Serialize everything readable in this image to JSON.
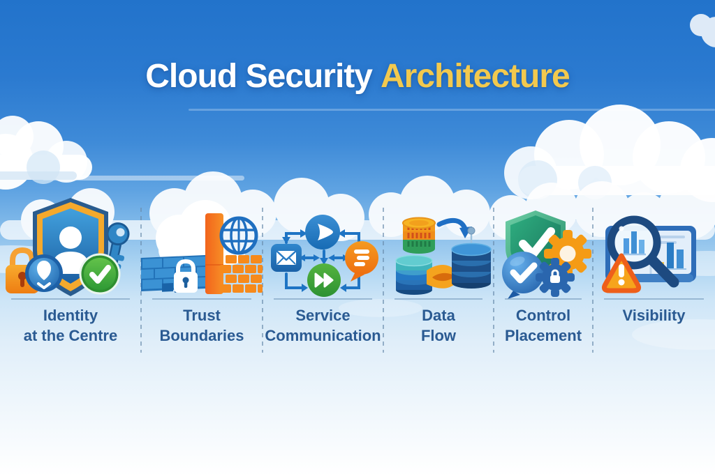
{
  "title": {
    "text_primary": "Cloud Security",
    "text_accent": "Architecture"
  },
  "colors": {
    "sky_top": "#2273cb",
    "sky_bottom": "#ffffff",
    "title_primary_color": "#ffffff",
    "title_accent_color": "#f2c94e",
    "label_color": "#2a5a92",
    "divider_color": "#698cac",
    "connector_blue": "#1e74c4",
    "icon_orange": "#f59b15",
    "icon_green": "#2f9a35",
    "icon_teal_green": "#2aa578",
    "icon_navy": "#1d4a80"
  },
  "columns": [
    {
      "label_line1": "Identity",
      "label_line2": "at the Centre",
      "icons": [
        "padlock-icon",
        "key-icon",
        "identity-shield-icon",
        "person-icon",
        "biometric-badge-icon",
        "verified-badge-icon"
      ]
    },
    {
      "label_line1": "Trust",
      "label_line2": "Boundaries",
      "icons": [
        "cloud-icon",
        "blue-wall-icon",
        "wall-padlock-icon",
        "orange-pillar-icon",
        "orange-wall-icon",
        "globe-icon"
      ]
    },
    {
      "label_line1": "Service",
      "label_line2": "Communication",
      "icons": [
        "flow-connectors",
        "route-node-icon",
        "mail-node-icon",
        "chat-node-icon",
        "forward-node-icon"
      ]
    },
    {
      "label_line1": "Data",
      "label_line2": "Flow",
      "icons": [
        "striped-database-icon",
        "flow-arrow-icon",
        "small-database-icon",
        "pipe-icon",
        "database-stack-icon",
        "antenna-icon"
      ]
    },
    {
      "label_line1": "Control",
      "label_line2": "Placement",
      "icons": [
        "shield-check-icon",
        "orange-gear-icon",
        "check-orb-icon",
        "blue-gear-icon"
      ]
    },
    {
      "label_line1": "Visibility",
      "label_line2": "",
      "icons": [
        "dashboard-icon",
        "bar-chart-icon",
        "magnifier-icon",
        "warning-triangle-icon"
      ]
    }
  ]
}
